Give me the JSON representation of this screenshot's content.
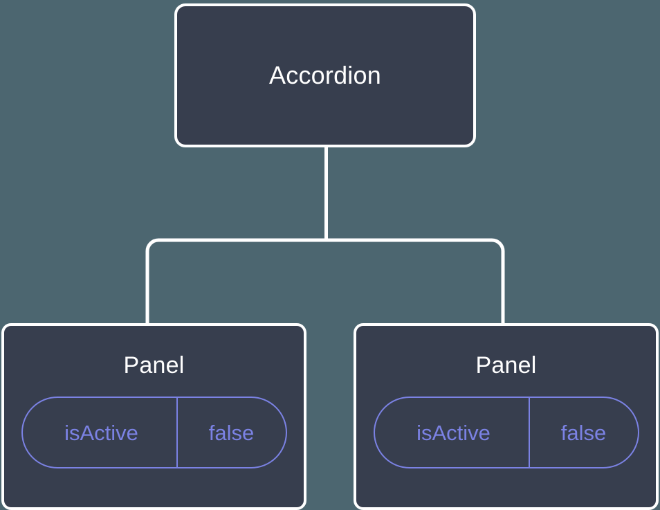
{
  "diagram": {
    "type": "component-tree",
    "background_color": "#4c6670",
    "node_fill_color": "#373e4e",
    "node_border_color": "#ffffff",
    "edge_color": "#ffffff",
    "accent_color": "#7b82e4",
    "root": {
      "title": "Accordion"
    },
    "children": [
      {
        "title": "Panel",
        "prop": {
          "key": "isActive",
          "value": "false"
        }
      },
      {
        "title": "Panel",
        "prop": {
          "key": "isActive",
          "value": "false"
        }
      }
    ]
  }
}
